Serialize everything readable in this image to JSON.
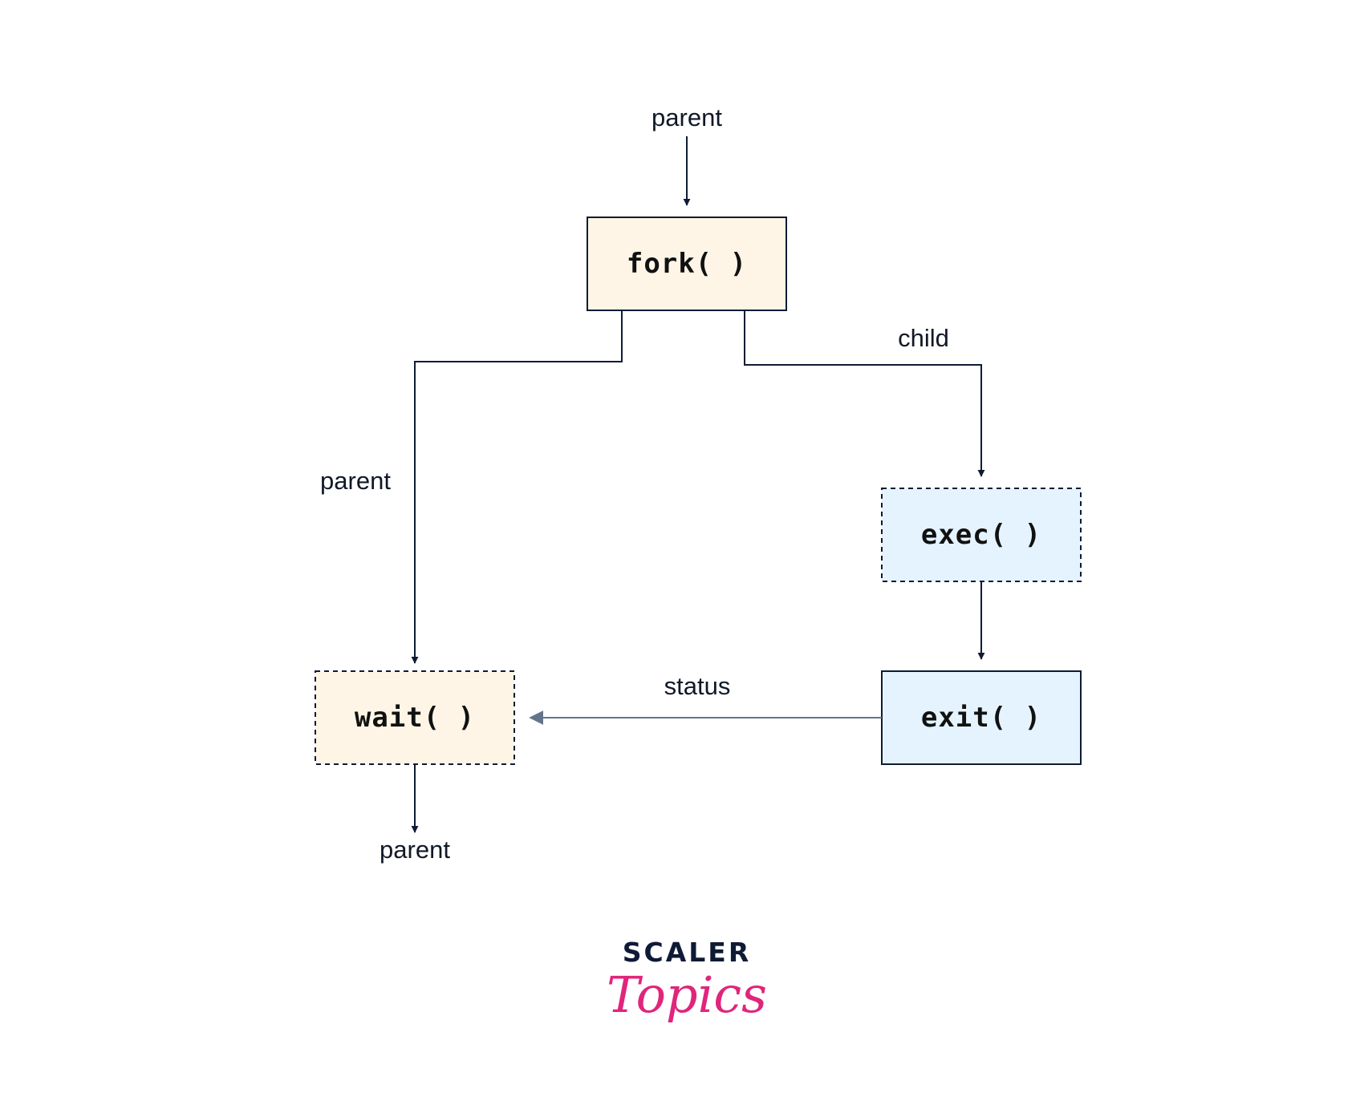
{
  "nodes": {
    "fork": {
      "label": "fork( )",
      "style": "solid",
      "fill": "#fef5e6"
    },
    "exec": {
      "label": "exec( )",
      "style": "dashed",
      "fill": "#e4f3fd"
    },
    "exit": {
      "label": "exit( )",
      "style": "solid",
      "fill": "#e4f3fd"
    },
    "wait": {
      "label": "wait( )",
      "style": "dashed",
      "fill": "#fef5e6"
    }
  },
  "edges": {
    "top_label": "parent",
    "child_label": "child",
    "left_label": "parent",
    "status_label": "status",
    "bottom_label": "parent"
  },
  "branding": {
    "brand_top": "SCALER",
    "brand_bottom": "Topics"
  },
  "colors": {
    "line": "#0f1b35",
    "status_line": "#64748b",
    "brand_pink": "#e0257c",
    "brand_navy": "#0f1b35"
  }
}
